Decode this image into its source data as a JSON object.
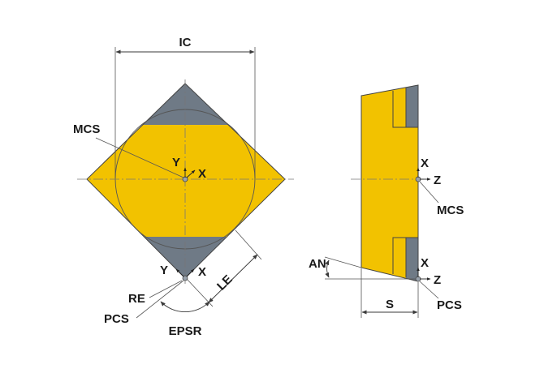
{
  "colors": {
    "insert_body": "#f2c200",
    "insert_corner": "#6f7a86",
    "outline": "#444444",
    "dimension_line": "#3a3a3a"
  },
  "front_view": {
    "labels": {
      "ic": "IC",
      "mcs": "MCS",
      "mcs_y": "Y",
      "mcs_x": "X",
      "pcs_y": "Y",
      "pcs_x": "X",
      "re": "RE",
      "pcs": "PCS",
      "le": "LE",
      "epsr": "EPSR"
    }
  },
  "side_view": {
    "labels": {
      "mcs_x": "X",
      "mcs_z": "Z",
      "mcs": "MCS",
      "an": "AN",
      "pcs_x": "X",
      "pcs_z": "Z",
      "pcs": "PCS",
      "s": "S"
    }
  }
}
